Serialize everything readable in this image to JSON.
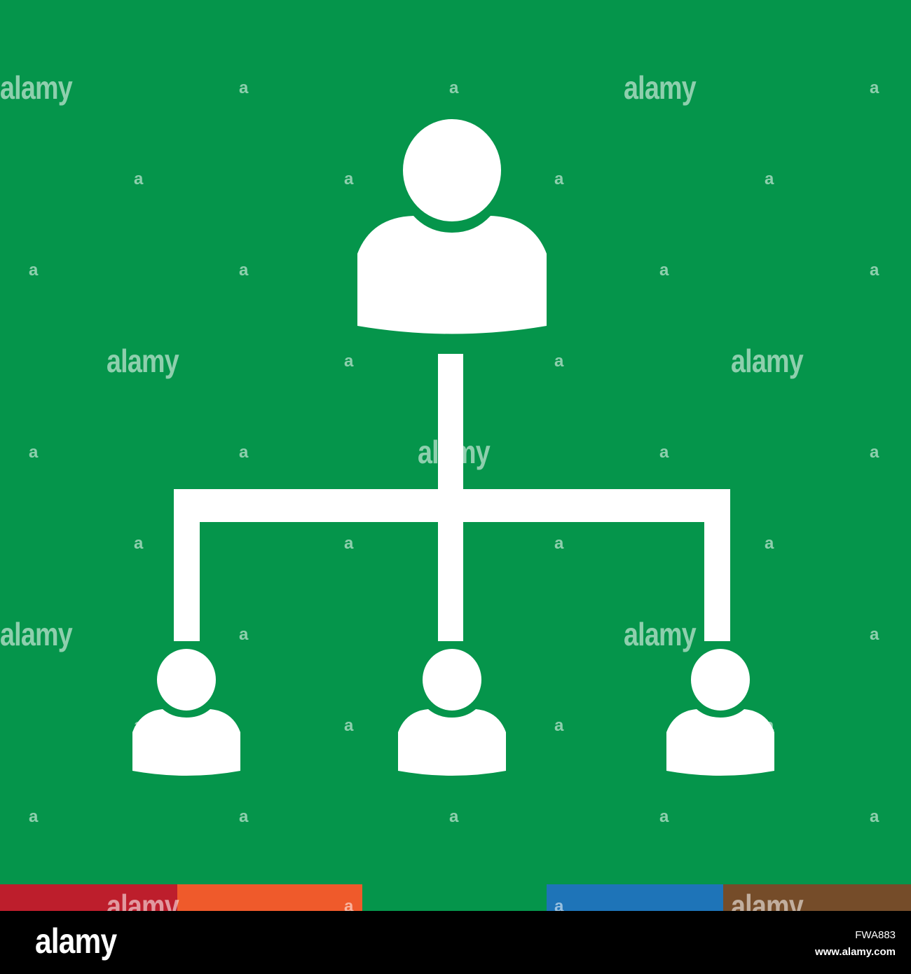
{
  "colors": {
    "background": "#05954b",
    "figure": "#ffffff",
    "stripes": [
      "#bd1e2c",
      "#ef5a2b",
      "#05954b",
      "#1e74b8",
      "#754c29"
    ],
    "footer": "#000000"
  },
  "icon": {
    "name": "organization-hierarchy-icon",
    "top_person": "person-icon",
    "child_people": [
      "person-icon",
      "person-icon",
      "person-icon"
    ]
  },
  "watermark": {
    "word": "alamy",
    "letter": "a"
  },
  "footer": {
    "logo": "alamy",
    "image_id": "FWA883",
    "url": "www.alamy.com"
  }
}
